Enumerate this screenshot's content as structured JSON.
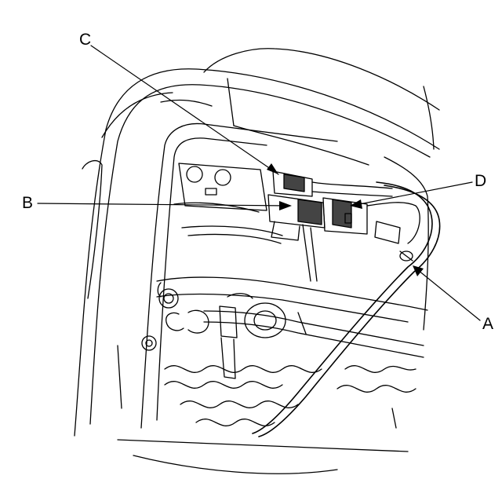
{
  "diagram": {
    "callouts": {
      "A": "A",
      "B": "B",
      "C": "C",
      "D": "D"
    },
    "colors": {
      "ink": "#000000",
      "paper": "#ffffff",
      "shade": "#444444"
    }
  }
}
